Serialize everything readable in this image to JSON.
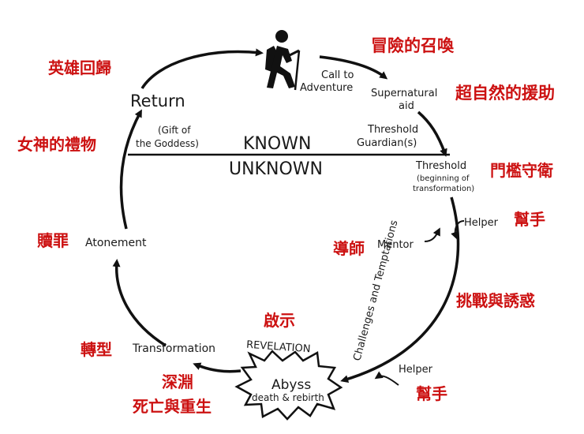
{
  "stages": {
    "return": "Return",
    "call_to_adventure_1": "Call to",
    "call_to_adventure_2": "Adventure",
    "supernatural_aid_1": "Supernatural",
    "supernatural_aid_2": "aid",
    "threshold_guardians_1": "Threshold",
    "threshold_guardians_2": "Guardian(s)",
    "gift_1": "(Gift of",
    "gift_2": "the Goddess)",
    "threshold": "Threshold",
    "threshold_sub_1": "(beginning of",
    "threshold_sub_2": "transformation)",
    "helper_upper": "Helper",
    "mentor": "Mentor",
    "atonement": "Atonement",
    "challenges": "Challenges and Temptations",
    "transformation": "Transformation",
    "revelation": "REVELATION",
    "abyss": "Abyss",
    "death_rebirth": "death & rebirth",
    "helper_lower": "Helper"
  },
  "realms": {
    "known": "KNOWN",
    "unknown": "UNKNOWN"
  },
  "zh": {
    "call": "冒險的召喚",
    "return": "英雄回歸",
    "supernatural": "超自然的援助",
    "gift": "女神的禮物",
    "threshold": "門檻守衛",
    "helper_upper": "幫手",
    "atonement": "贖罪",
    "mentor": "導師",
    "challenges": "挑戰與誘惑",
    "revelation": "啟示",
    "transformation": "轉型",
    "abyss_1": "深淵",
    "abyss_2": "死亡與重生",
    "helper_lower": "幫手"
  },
  "colors": {
    "ink": "#1a1a1a",
    "accent": "#cc1111"
  },
  "icons": {
    "hero": "hiker-icon"
  }
}
